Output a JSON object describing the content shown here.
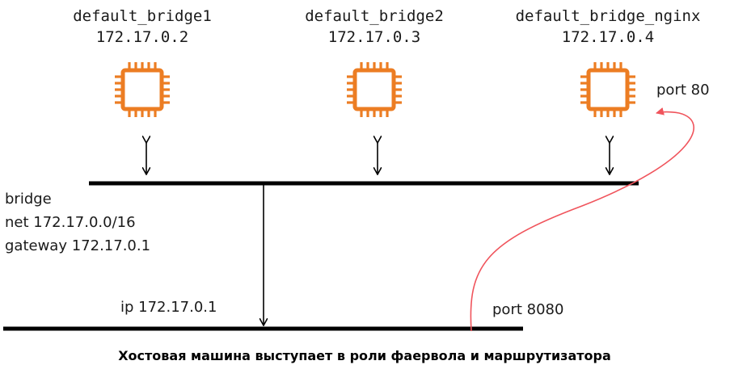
{
  "containers": [
    {
      "name": "default_bridge1",
      "ip": "172.17.0.2"
    },
    {
      "name": "default_bridge2",
      "ip": "172.17.0.3"
    },
    {
      "name": "default_bridge_nginx",
      "ip": "172.17.0.4"
    }
  ],
  "bridge": {
    "label": "bridge",
    "net": "net 172.17.0.0/16",
    "gateway": "gateway 172.17.0.1"
  },
  "host": {
    "ip": "ip 172.17.0.1",
    "port": "port 8080"
  },
  "container_port": "port 80",
  "caption": "Хостовая машина выступает в роли фаервола и маршрутизатора",
  "colors": {
    "chip": "#ec7d23",
    "line": "#000000",
    "port_forward_arrow": "#f0545c"
  },
  "icons": [
    "chip-icon",
    "chip-icon",
    "chip-icon"
  ]
}
